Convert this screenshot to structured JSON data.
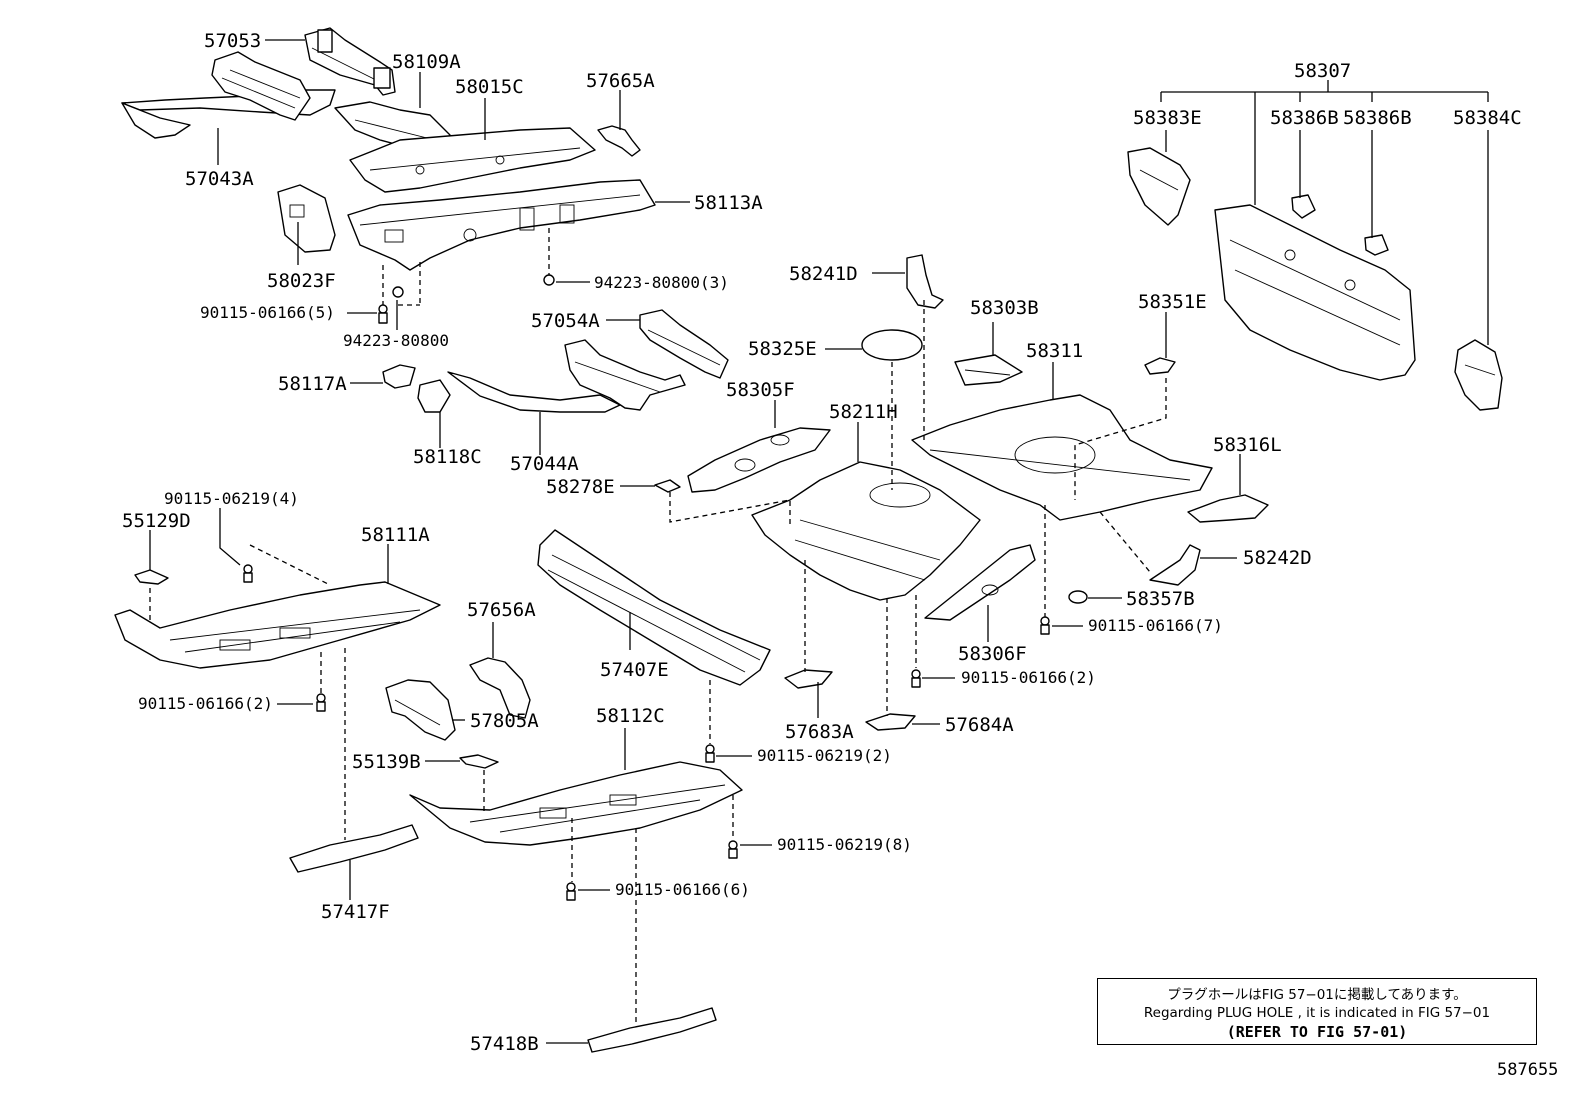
{
  "diagram": {
    "labels": {
      "l57053": "57053",
      "l58109A": "58109A",
      "l58015C": "58015C",
      "l57665A": "57665A",
      "l58307": "58307",
      "l58383E": "58383E",
      "l58386B_1": "58386B",
      "l58386B_2": "58386B",
      "l58384C": "58384C",
      "l57043A": "57043A",
      "l58113A": "58113A",
      "l58023F": "58023F",
      "l94223_80800_3": "94223-80800(3)",
      "l90115_06166_5": "90115-06166(5)",
      "l94223_80800": "94223-80800",
      "l58241D": "58241D",
      "l57054A": "57054A",
      "l58303B": "58303B",
      "l58351E": "58351E",
      "l58325E": "58325E",
      "l58311": "58311",
      "l58117A": "58117A",
      "l58305F": "58305F",
      "l58211H": "58211H",
      "l58118C": "58118C",
      "l57044A": "57044A",
      "l58316L": "58316L",
      "l58278E": "58278E",
      "l90115_06219_4": "90115-06219(4)",
      "l55129D": "55129D",
      "l58111A": "58111A",
      "l58242D": "58242D",
      "l58357B": "58357B",
      "l90115_06166_7": "90115-06166(7)",
      "l57656A": "57656A",
      "l57407E": "57407E",
      "l58306F": "58306F",
      "l90115_06166_2a": "90115-06166(2)",
      "l90115_06166_2b": "90115-06166(2)",
      "l58112C": "58112C",
      "l57805A": "57805A",
      "l57683A": "57683A",
      "l57684A": "57684A",
      "l90115_06219_2": "90115-06219(2)",
      "l55139B": "55139B",
      "l90115_06219_8": "90115-06219(8)",
      "l90115_06166_6": "90115-06166(6)",
      "l57417F": "57417F",
      "l57418B": "57418B"
    },
    "note": {
      "japanese": "プラグホールはFIG 57−01に掲載してあります。",
      "english": "Regarding PLUG HOLE , it is indicated in FIG 57−01",
      "refer": "(REFER TO FIG 57-01)"
    },
    "figure_number": "587655"
  }
}
